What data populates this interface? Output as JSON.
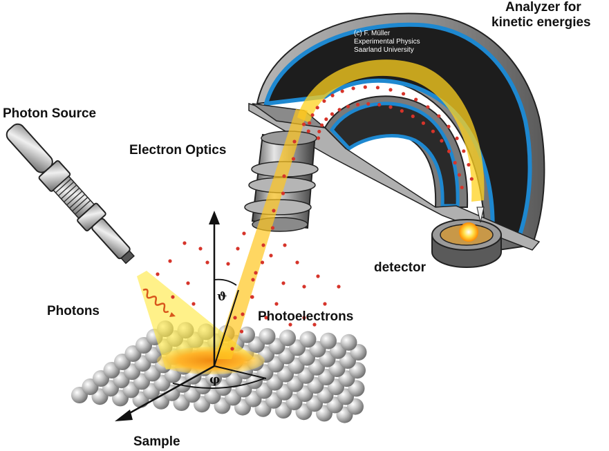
{
  "labels": {
    "analyzer_line1": "Analyzer for",
    "analyzer_line2": "kinetic energies",
    "photon_source": "Photon Source",
    "electron_optics": "Electron Optics",
    "detector": "detector",
    "photons": "Photons",
    "photoelectrons": "Photoelectrons",
    "sample": "Sample",
    "theta": "ϑ",
    "phi": "φ"
  },
  "credit": {
    "line1": "(c) F. Müller",
    "line2": "Experimental Physics",
    "line3": "Saarland University"
  },
  "colors": {
    "analyzer_blue": "#1e88d0",
    "analyzer_grey": "#9a9a9a",
    "beam_yellow": "#ffd21f",
    "beam_orange": "#f59a1f",
    "electron_red": "#d6342a",
    "sample_sphere": "#b8b8b8"
  }
}
